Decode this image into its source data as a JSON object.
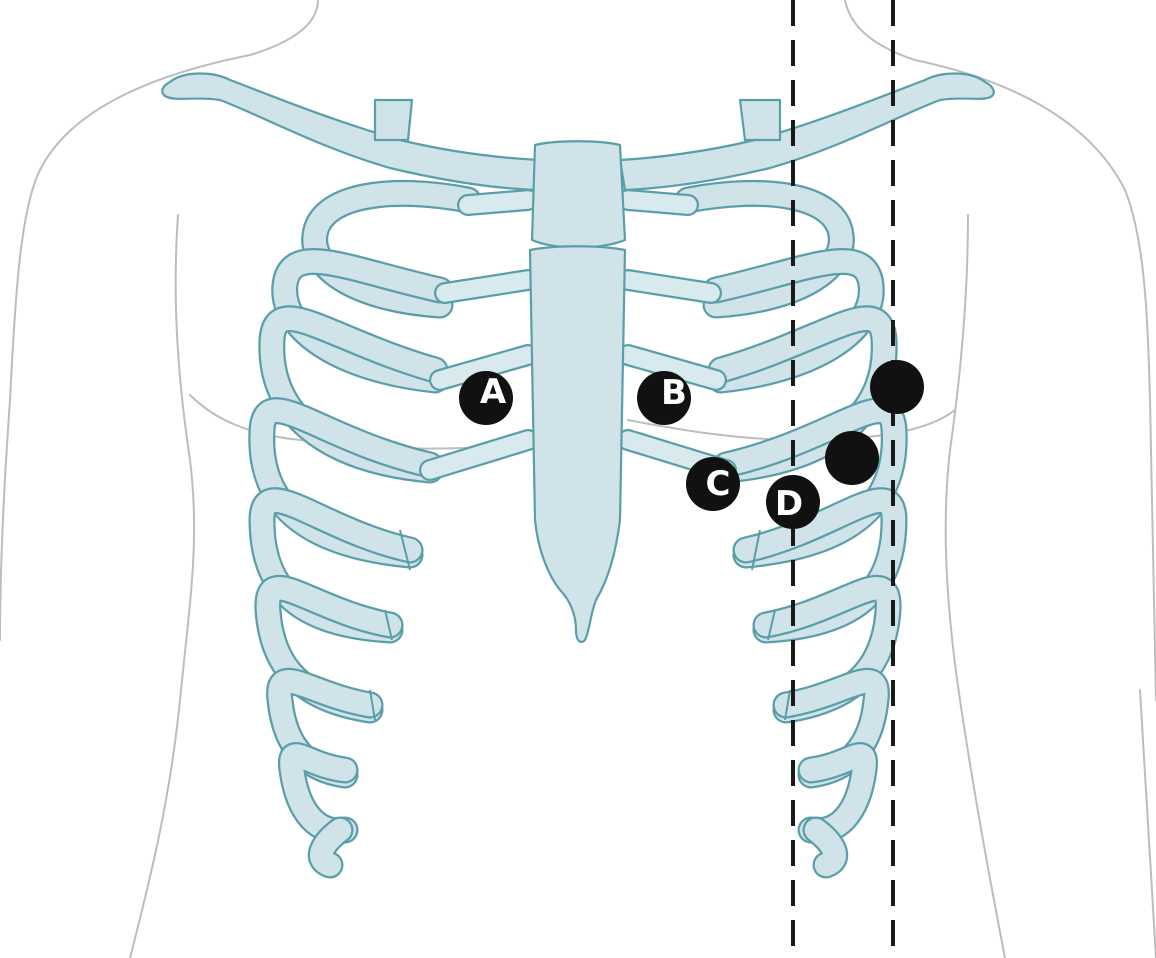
{
  "diagram": {
    "colors": {
      "bone_fill": "#cfe3e8",
      "bone_stroke": "#5a9eaa",
      "body_outline": "#bdbdbd",
      "marker": "#111111",
      "marker_text": "#ffffff",
      "guide_line": "#1a1a1a"
    },
    "markers": [
      {
        "label": "A"
      },
      {
        "label": "B"
      },
      {
        "label": "C"
      },
      {
        "label": "D"
      },
      {
        "label": ""
      },
      {
        "label": ""
      }
    ]
  }
}
